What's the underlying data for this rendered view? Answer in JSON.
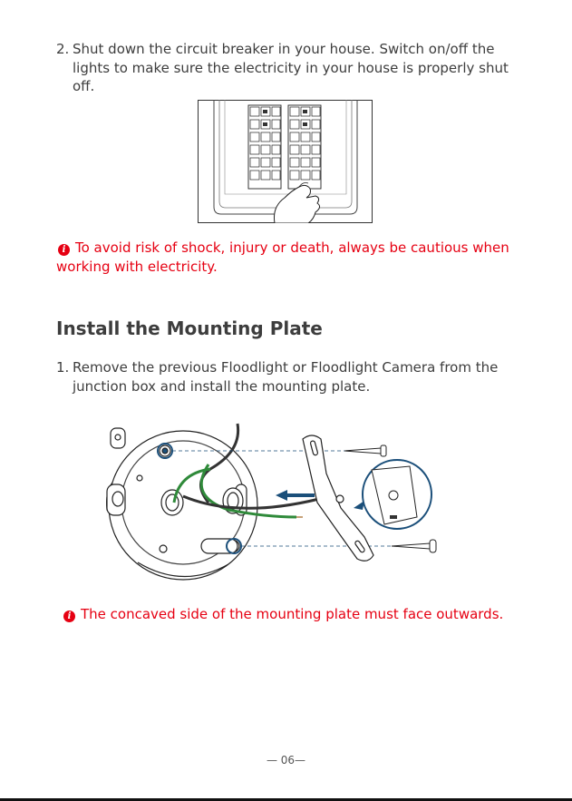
{
  "steps": {
    "shutdown": {
      "number": "2.",
      "text": "Shut down the circuit breaker in your house. Switch on/off the lights to make sure the electricity in your house is properly shut off."
    },
    "remove": {
      "number": "1.",
      "text": "Remove the previous Floodlight or Floodlight Camera from the junction box and install the mounting plate."
    }
  },
  "warnings": {
    "shock": "To avoid risk of shock, injury or death, always be cautious when working with electricity.",
    "concave": "The concaved side of the mounting plate must face outwards."
  },
  "section_heading": "Install the Mounting Plate",
  "page_number": "— 06—",
  "colors": {
    "warning": "#e60012",
    "text": "#3d3d3d",
    "wire_green": "#2f8a3a",
    "arrow_blue": "#1b4f7a"
  },
  "icons": {
    "warning": "info-exclamation-icon"
  }
}
